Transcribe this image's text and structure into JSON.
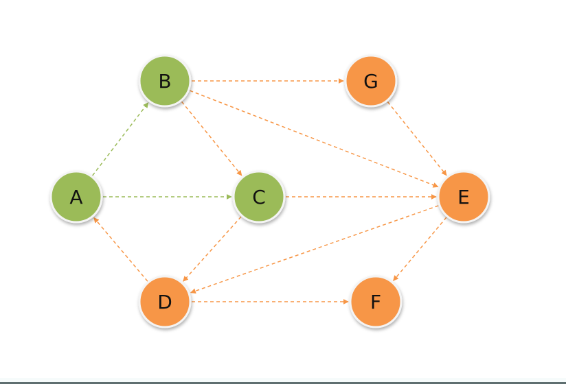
{
  "colors": {
    "green": "#9BBB59",
    "orange": "#F79646"
  },
  "nodes": [
    {
      "id": "A",
      "label": "A",
      "color": "#9BBB59"
    },
    {
      "id": "B",
      "label": "B",
      "color": "#9BBB59"
    },
    {
      "id": "C",
      "label": "C",
      "color": "#9BBB59"
    },
    {
      "id": "D",
      "label": "D",
      "color": "#F79646"
    },
    {
      "id": "E",
      "label": "E",
      "color": "#F79646"
    },
    {
      "id": "F",
      "label": "F",
      "color": "#F79646"
    },
    {
      "id": "G",
      "label": "G",
      "color": "#F79646"
    }
  ],
  "edges": [
    {
      "from": "A",
      "to": "B",
      "color": "#9BBB59"
    },
    {
      "from": "A",
      "to": "C",
      "color": "#9BBB59"
    },
    {
      "from": "D",
      "to": "A",
      "color": "#F79646"
    },
    {
      "from": "B",
      "to": "C",
      "color": "#F79646"
    },
    {
      "from": "B",
      "to": "G",
      "color": "#F79646"
    },
    {
      "from": "B",
      "to": "E",
      "color": "#F79646"
    },
    {
      "from": "C",
      "to": "E",
      "color": "#F79646"
    },
    {
      "from": "C",
      "to": "D",
      "color": "#F79646"
    },
    {
      "from": "E",
      "to": "D",
      "color": "#F79646"
    },
    {
      "from": "D",
      "to": "F",
      "color": "#F79646"
    },
    {
      "from": "G",
      "to": "E",
      "color": "#F79646"
    },
    {
      "from": "E",
      "to": "F",
      "color": "#F79646"
    }
  ]
}
